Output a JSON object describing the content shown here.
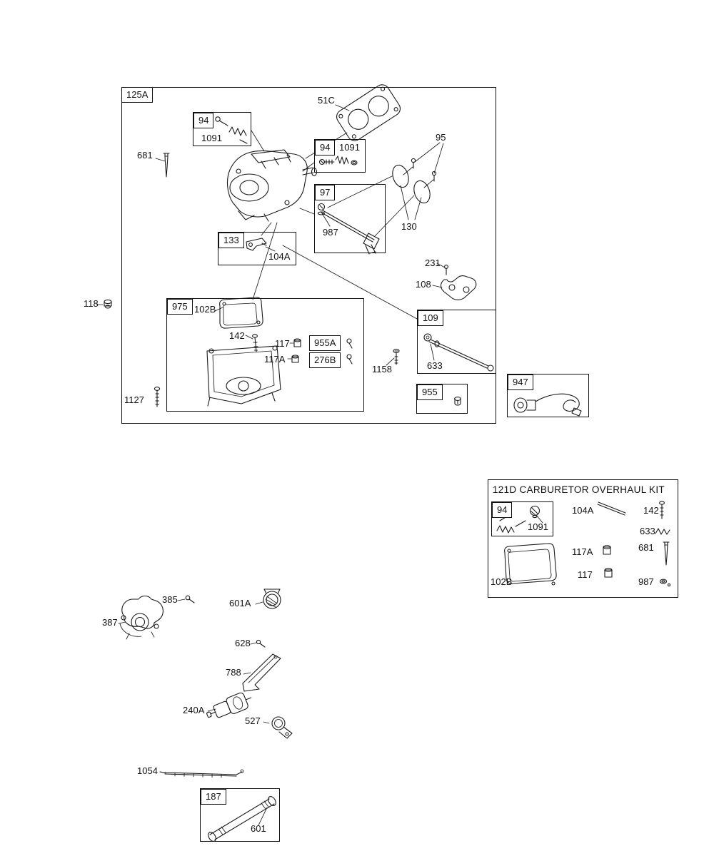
{
  "colors": {
    "background": "#ffffff",
    "line": "#1a1a1a"
  },
  "kit": {
    "title": "121D CARBURETOR OVERHAUL KIT"
  },
  "labels": {
    "n125A": "125A",
    "n51C": "51C",
    "n94": "94",
    "n1091": "1091",
    "n681": "681",
    "n95": "95",
    "n97": "97",
    "n987": "987",
    "n130": "130",
    "n133": "133",
    "n104A": "104A",
    "n231": "231",
    "n108": "108",
    "n118": "118",
    "n975": "975",
    "n102B": "102B",
    "n142": "142",
    "n117": "117",
    "n117A": "117A",
    "n955A": "955A",
    "n276B": "276B",
    "n1158": "1158",
    "n109": "109",
    "n633": "633",
    "n955": "955",
    "n947": "947",
    "n1127": "1127",
    "n385": "385",
    "n601A": "601A",
    "n387": "387",
    "n628": "628",
    "n788": "788",
    "n240A": "240A",
    "n527": "527",
    "n1054": "1054",
    "n187": "187",
    "n601": "601"
  }
}
